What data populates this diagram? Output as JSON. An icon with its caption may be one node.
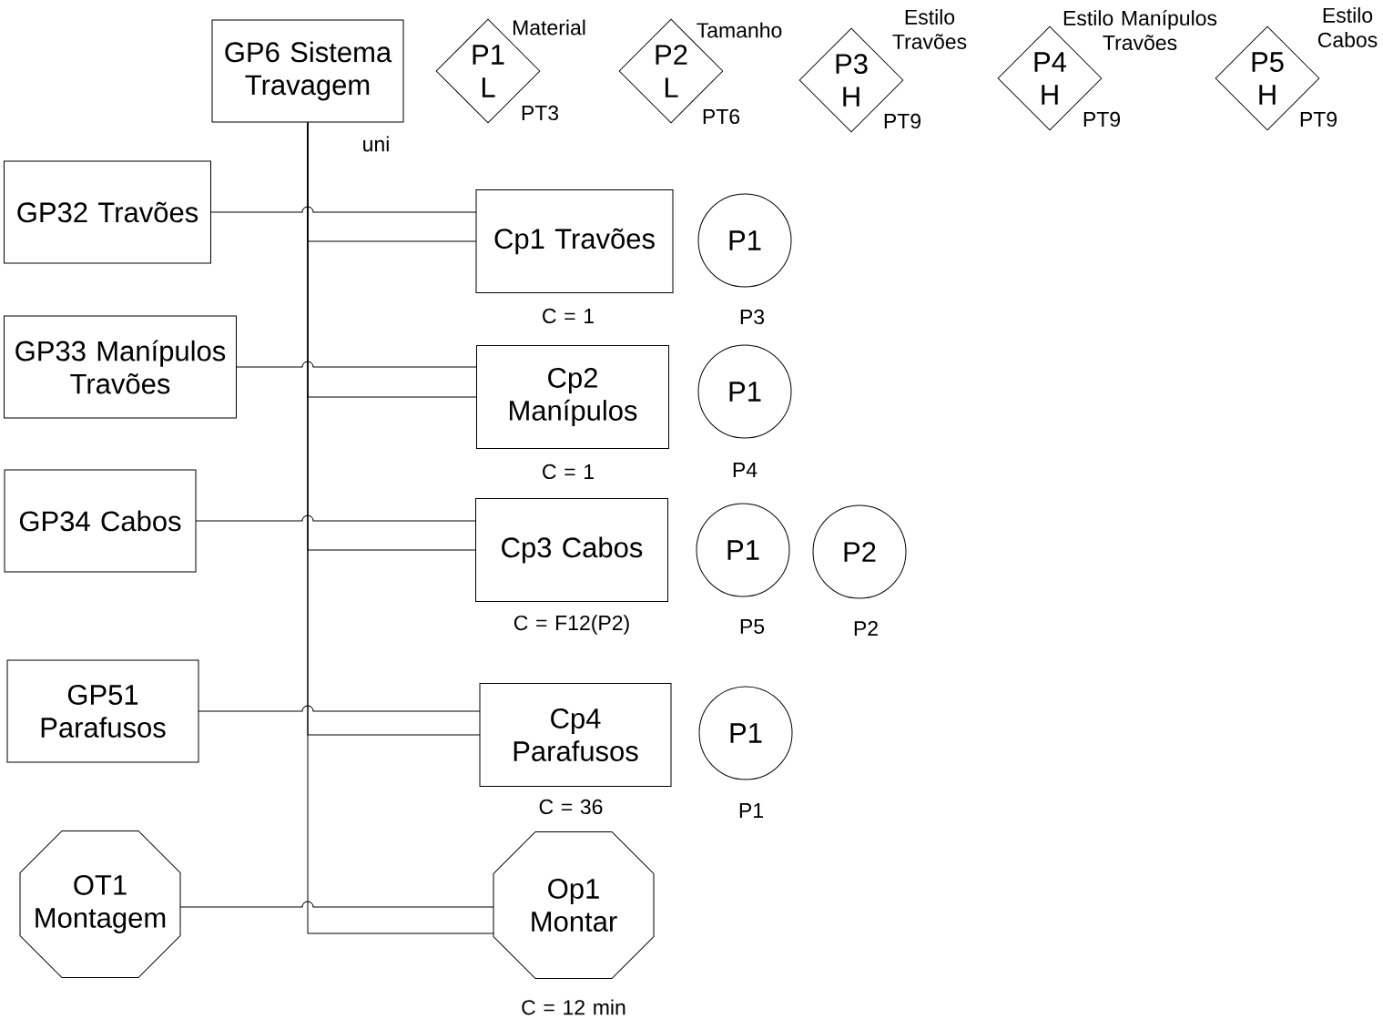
{
  "diagram": {
    "nodes": [
      {
        "text": [
          "GP6 Sistema Travagem"
        ],
        "beside": [
          "uni"
        ]
      },
      {
        "text": [
          "P1 L"
        ],
        "beside": [
          "Material",
          "PT3"
        ]
      },
      {
        "text": [
          "P2 L"
        ],
        "beside": [
          "Tamanho",
          "PT6"
        ]
      },
      {
        "text": [
          "P3 H"
        ],
        "beside": [
          "Estilo Travões",
          "PT9"
        ]
      },
      {
        "text": [
          "P4 H"
        ],
        "beside": [
          "Estilo Manípulos Travões",
          "PT9"
        ]
      },
      {
        "text": [
          "P5 H"
        ],
        "beside": [
          "Estilo Cabos",
          "PT9"
        ]
      },
      {
        "text": [
          "GP32 Travões"
        ]
      },
      {
        "text": [
          "Cp1 Travões"
        ],
        "beside": [
          "C = 1"
        ]
      },
      {
        "text": [
          "P1"
        ],
        "beside": [
          "P3"
        ]
      },
      {
        "text": [
          "GP33 Manípulos Travões"
        ]
      },
      {
        "text": [
          "Cp2 Manípulos"
        ],
        "beside": [
          "C = 1"
        ]
      },
      {
        "text": [
          "P1"
        ],
        "beside": [
          "P4"
        ]
      },
      {
        "text": [
          "GP34 Cabos"
        ]
      },
      {
        "text": [
          "Cp3 Cabos"
        ],
        "beside": [
          "C = F12(P2)"
        ]
      },
      {
        "text": [
          "P1"
        ],
        "beside": [
          "P5"
        ]
      },
      {
        "text": [
          "P2"
        ],
        "beside": [
          "P2"
        ]
      },
      {
        "text": [
          "GP51 Parafusos"
        ]
      },
      {
        "text": [
          "Cp4 Parafusos"
        ],
        "beside": [
          "C = 36"
        ]
      },
      {
        "text": [
          "P1"
        ],
        "beside": [
          "P1"
        ]
      },
      {
        "text": [
          "OT1 Montagem"
        ]
      },
      {
        "text": [
          "Op1 Montar"
        ],
        "beside": [
          "C = 12 min"
        ]
      }
    ],
    "edges": [
      {
        "from": 0,
        "to": 7,
        "arrow": "none"
      },
      {
        "from": 0,
        "to": 10,
        "arrow": "none"
      },
      {
        "from": 0,
        "to": 13,
        "arrow": "none"
      },
      {
        "from": 0,
        "to": 17,
        "arrow": "none"
      },
      {
        "from": 0,
        "to": 20,
        "arrow": "none"
      },
      {
        "from": 6,
        "to": 7,
        "arrow": "none"
      },
      {
        "from": 9,
        "to": 10,
        "arrow": "none"
      },
      {
        "from": 12,
        "to": 13,
        "arrow": "none"
      },
      {
        "from": 16,
        "to": 17,
        "arrow": "none"
      },
      {
        "from": 19,
        "to": 20,
        "arrow": "none"
      }
    ]
  }
}
